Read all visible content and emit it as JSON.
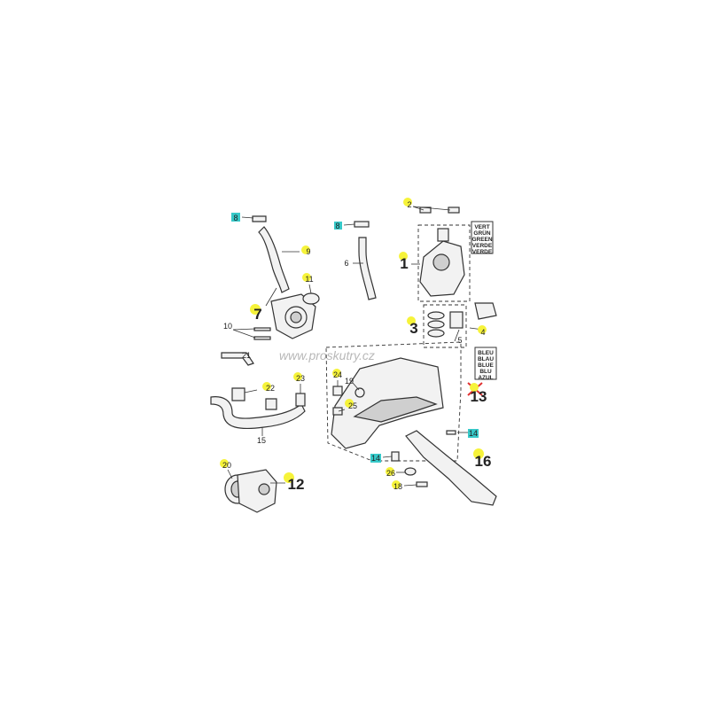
{
  "diagram": {
    "callouts": {
      "c1": "1",
      "c2": "2",
      "c3": "3",
      "c4": "4",
      "c5": "5",
      "c6": "6",
      "c7": "7",
      "c8a": "8",
      "c8b": "8",
      "c9": "9",
      "c10": "10",
      "c11": "11",
      "c12": "12",
      "c13": "13",
      "c14a": "14",
      "c14b": "14",
      "c15": "15",
      "c16": "16",
      "c18": "18",
      "c20": "20",
      "c21": "21",
      "c22": "22",
      "c23": "23",
      "c24": "24",
      "c25": "25",
      "c26": "26",
      "c19": "19"
    },
    "color_label_green": [
      "VERT",
      "GRÜN",
      "GREEN",
      "VERDE",
      "VERDE"
    ],
    "color_label_blue": [
      "BLEU",
      "BLAU",
      "BLUE",
      "BLU",
      "AZUL"
    ],
    "watermark": "www.proskutry.cz",
    "highlight_colors": {
      "yellow": "#f6f33a",
      "cyan": "#36c9c9",
      "red": "#e03030"
    }
  }
}
